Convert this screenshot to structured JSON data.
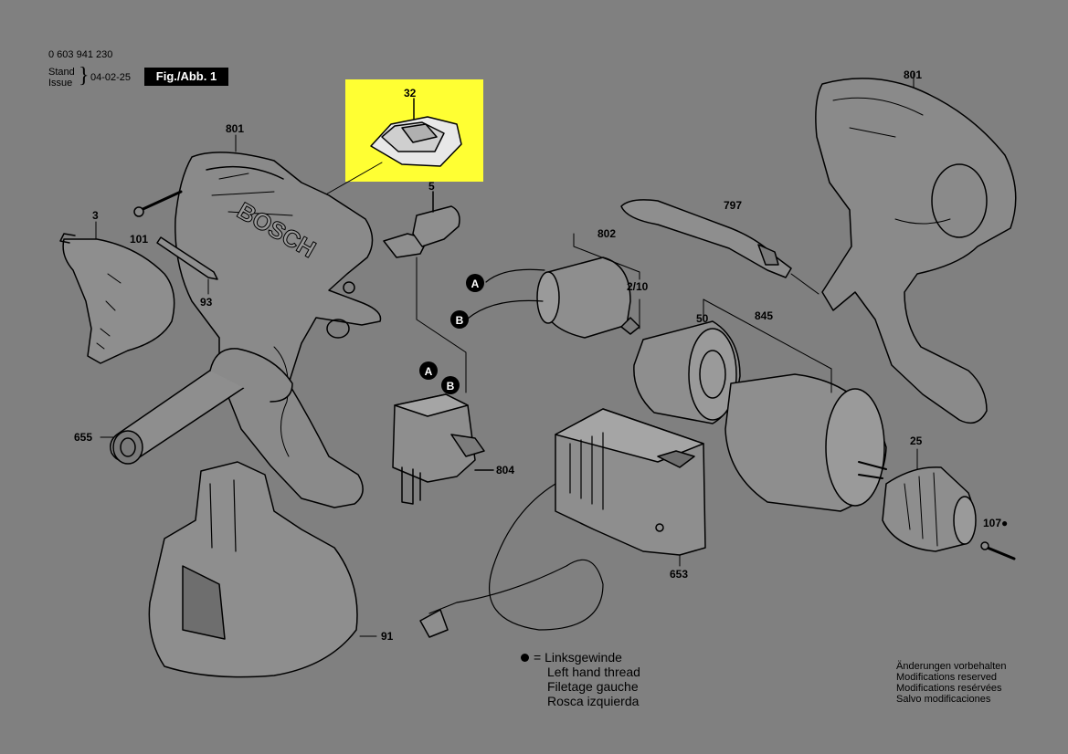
{
  "header": {
    "part_number": "0 603 941 230",
    "stand_label": "Stand",
    "issue_label": "Issue",
    "date": "04-02-25",
    "figure_label": "Fig./Abb. 1"
  },
  "highlight": {
    "color": "#ffff33",
    "part": "32"
  },
  "brand_text": "BOSCH",
  "callouts": {
    "c32": "32",
    "c801a": "801",
    "c801b": "801",
    "c5": "5",
    "c3": "3",
    "c101": "101",
    "c93": "93",
    "c797": "797",
    "c802": "802",
    "c2_10": "2/10",
    "c50": "50",
    "c845": "845",
    "c655": "655",
    "c804": "804",
    "c25": "25",
    "c107": "107●",
    "c653": "653",
    "c91": "91",
    "a1": "A",
    "b1": "B",
    "a2": "A",
    "b2": "B"
  },
  "legend": {
    "lines": [
      "= Linksgewinde",
      "Left hand thread",
      "Filetage gauche",
      "Rosca izquierda"
    ]
  },
  "modifications": [
    "Änderungen vorbehalten",
    "Modifications reserved",
    "Modifications resérvées",
    "Salvo modificaciones"
  ]
}
